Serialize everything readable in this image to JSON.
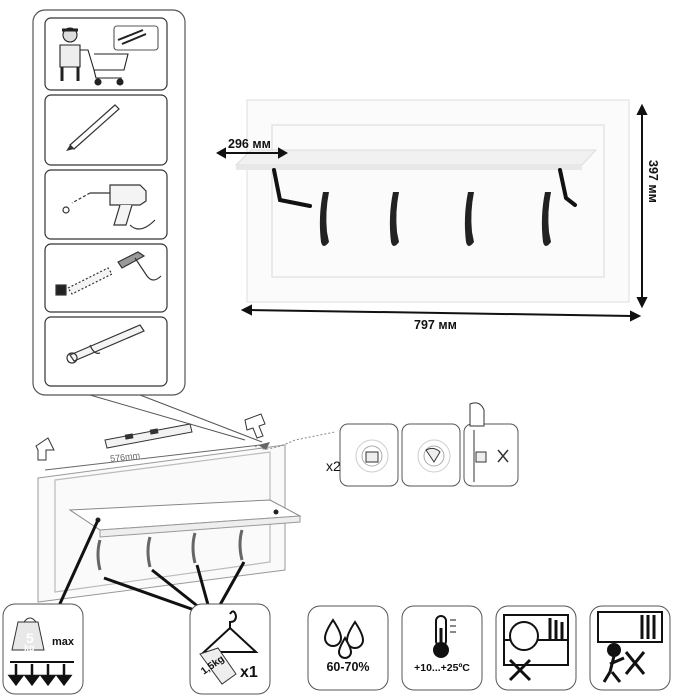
{
  "product_dims": {
    "shelf_depth": "296 мм",
    "height": "397 мм",
    "width": "797 мм"
  },
  "mount": {
    "drill_spacing": "576mm",
    "hook_count": "x2"
  },
  "specs": {
    "max_load_weight": "5",
    "max_load_unit": "kg",
    "max_load_tag": "max",
    "hook_load": "1,5kg",
    "hook_multiplier": "x1",
    "humidity": "60-70%",
    "temperature": "+10...+25ºC"
  },
  "icons": [
    "worker-with-cart-icon",
    "pencil-icon",
    "drill-icon",
    "hammer-icon",
    "screwdriver-icon",
    "spirit-level-icon",
    "water-drops-icon",
    "thermometer-icon",
    "no-climb-icon",
    "no-hang-icon"
  ]
}
